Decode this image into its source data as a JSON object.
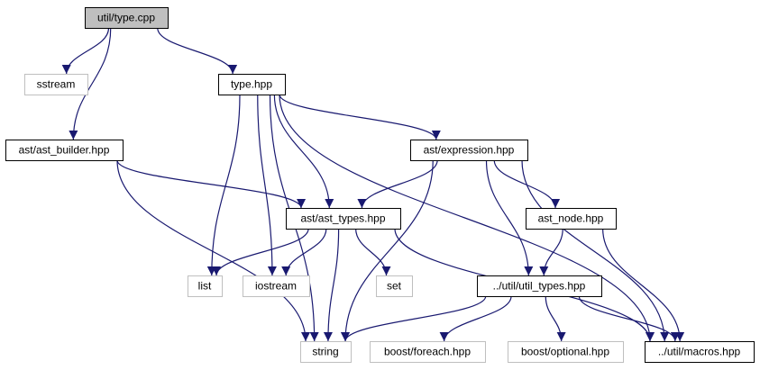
{
  "colors": {
    "edge": "#191970",
    "node_border": "#000000",
    "external_border": "#bfbfbf",
    "root_fill": "#bfbfbf",
    "fill": "#ffffff"
  },
  "nodes": [
    {
      "id": "type_cpp",
      "label": "util/type.cpp",
      "kind": "root"
    },
    {
      "id": "sstream",
      "label": "sstream",
      "kind": "external"
    },
    {
      "id": "type_hpp",
      "label": "type.hpp",
      "kind": "local"
    },
    {
      "id": "ast_builder",
      "label": "ast/ast_builder.hpp",
      "kind": "local"
    },
    {
      "id": "expression",
      "label": "ast/expression.hpp",
      "kind": "local"
    },
    {
      "id": "ast_types",
      "label": "ast/ast_types.hpp",
      "kind": "local"
    },
    {
      "id": "ast_node",
      "label": "ast_node.hpp",
      "kind": "local"
    },
    {
      "id": "list",
      "label": "list",
      "kind": "external"
    },
    {
      "id": "iostream",
      "label": "iostream",
      "kind": "external"
    },
    {
      "id": "set",
      "label": "set",
      "kind": "external"
    },
    {
      "id": "util_types",
      "label": "../util/util_types.hpp",
      "kind": "local"
    },
    {
      "id": "string",
      "label": "string",
      "kind": "external"
    },
    {
      "id": "foreach",
      "label": "boost/foreach.hpp",
      "kind": "external"
    },
    {
      "id": "optional",
      "label": "boost/optional.hpp",
      "kind": "external"
    },
    {
      "id": "macros",
      "label": "../util/macros.hpp",
      "kind": "local"
    }
  ],
  "edges": [
    {
      "from": "type_cpp",
      "to": "sstream"
    },
    {
      "from": "type_cpp",
      "to": "type_hpp"
    },
    {
      "from": "type_cpp",
      "to": "ast_builder"
    },
    {
      "from": "type_hpp",
      "to": "expression"
    },
    {
      "from": "type_hpp",
      "to": "macros"
    },
    {
      "from": "type_hpp",
      "to": "ast_types"
    },
    {
      "from": "type_hpp",
      "to": "list"
    },
    {
      "from": "type_hpp",
      "to": "iostream"
    },
    {
      "from": "type_hpp",
      "to": "string"
    },
    {
      "from": "ast_builder",
      "to": "ast_types"
    },
    {
      "from": "ast_builder",
      "to": "string"
    },
    {
      "from": "expression",
      "to": "ast_types"
    },
    {
      "from": "expression",
      "to": "ast_node"
    },
    {
      "from": "expression",
      "to": "util_types"
    },
    {
      "from": "expression",
      "to": "macros"
    },
    {
      "from": "expression",
      "to": "string"
    },
    {
      "from": "ast_types",
      "to": "list"
    },
    {
      "from": "ast_types",
      "to": "iostream"
    },
    {
      "from": "ast_types",
      "to": "set"
    },
    {
      "from": "ast_types",
      "to": "string"
    },
    {
      "from": "ast_types",
      "to": "macros"
    },
    {
      "from": "ast_node",
      "to": "util_types"
    },
    {
      "from": "ast_node",
      "to": "macros"
    },
    {
      "from": "util_types",
      "to": "string"
    },
    {
      "from": "util_types",
      "to": "foreach"
    },
    {
      "from": "util_types",
      "to": "optional"
    },
    {
      "from": "util_types",
      "to": "macros"
    }
  ]
}
